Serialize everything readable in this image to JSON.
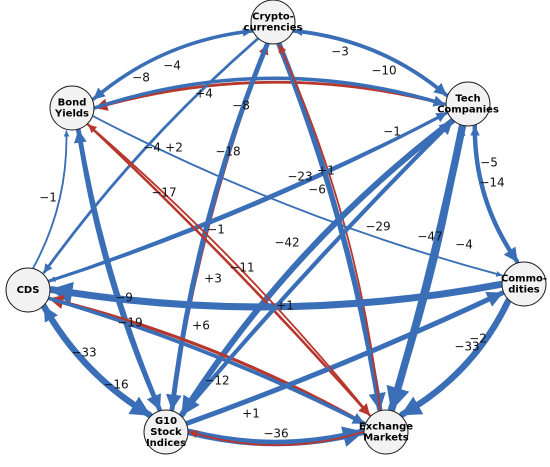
{
  "colors": {
    "negative": "#3a6fb8",
    "positive": "#b8372d"
  },
  "nodes": [
    {
      "id": "crypto",
      "lines": [
        "Crypto-",
        "currencies"
      ]
    },
    {
      "id": "tech",
      "lines": [
        "Tech",
        "Companies"
      ]
    },
    {
      "id": "bonds",
      "lines": [
        "Bond",
        "Yields"
      ]
    },
    {
      "id": "cds",
      "lines": [
        "CDS"
      ]
    },
    {
      "id": "commodities",
      "lines": [
        "Commo-",
        "dities"
      ]
    },
    {
      "id": "g10",
      "lines": [
        "G10",
        "Stock",
        "Indices"
      ]
    },
    {
      "id": "fx",
      "lines": [
        "Exchange",
        "Markets"
      ]
    }
  ],
  "edges": [
    {
      "from": "crypto",
      "to": "bonds",
      "label": "−8",
      "sign": "negative",
      "weight": 8
    },
    {
      "from": "bonds",
      "to": "crypto",
      "label": "−4",
      "sign": "negative",
      "weight": 4
    },
    {
      "from": "tech",
      "to": "crypto",
      "label": "−3",
      "sign": "negative",
      "weight": 3
    },
    {
      "from": "crypto",
      "to": "tech",
      "label": "−10",
      "sign": "negative",
      "weight": 10
    },
    {
      "from": "tech",
      "to": "bonds",
      "label": "+4",
      "sign": "positive",
      "weight": 4
    },
    {
      "from": "bonds",
      "to": "tech",
      "label": "−8",
      "sign": "negative",
      "weight": 8
    },
    {
      "from": "crypto",
      "to": "cds",
      "label": "−4",
      "sign": "negative",
      "weight": 4
    },
    {
      "from": "g10",
      "to": "crypto",
      "label": "+2",
      "sign": "positive",
      "weight": 2
    },
    {
      "from": "crypto",
      "to": "g10",
      "label": "−18",
      "sign": "negative",
      "weight": 18
    },
    {
      "from": "crypto",
      "to": "fx",
      "label": "−23",
      "sign": "negative",
      "weight": 23
    },
    {
      "from": "fx",
      "to": "crypto",
      "label": "+1",
      "sign": "positive",
      "weight": 1
    },
    {
      "from": "tech",
      "to": "cds",
      "label": "−1",
      "sign": "negative",
      "weight": 1
    },
    {
      "from": "cds",
      "to": "tech",
      "label": "−6",
      "sign": "negative",
      "weight": 6
    },
    {
      "from": "tech",
      "to": "g10",
      "label": "−29",
      "sign": "negative",
      "weight": 29
    },
    {
      "from": "tech",
      "to": "fx",
      "label": "−47",
      "sign": "negative",
      "weight": 47
    },
    {
      "from": "tech",
      "to": "commodities",
      "label": "−14",
      "sign": "negative",
      "weight": 14
    },
    {
      "from": "commodities",
      "to": "tech",
      "label": "−5",
      "sign": "negative",
      "weight": 5
    },
    {
      "from": "fx",
      "to": "tech",
      "label": "−4",
      "sign": "negative",
      "weight": 4
    },
    {
      "from": "cds",
      "to": "bonds",
      "label": "−1",
      "sign": "negative",
      "weight": 1
    },
    {
      "from": "bonds",
      "to": "g10",
      "label": "−17",
      "sign": "negative",
      "weight": 17
    },
    {
      "from": "g10",
      "to": "bonds",
      "label": "−11",
      "sign": "negative",
      "weight": 11
    },
    {
      "from": "bonds",
      "to": "commodities",
      "label": "−1",
      "sign": "negative",
      "weight": 1
    },
    {
      "from": "bonds",
      "to": "fx",
      "label": "+3",
      "sign": "positive",
      "weight": 3
    },
    {
      "from": "commodities",
      "to": "cds",
      "label": "−42",
      "sign": "negative",
      "weight": 42
    },
    {
      "from": "fx",
      "to": "cds",
      "label": "+6",
      "sign": "positive",
      "weight": 6
    },
    {
      "from": "cds",
      "to": "g10",
      "label": "−33",
      "sign": "negative",
      "weight": 33
    },
    {
      "from": "g10",
      "to": "cds",
      "label": "−16",
      "sign": "negative",
      "weight": 16
    },
    {
      "from": "cds",
      "to": "fx",
      "label": "−9",
      "sign": "negative",
      "weight": 9
    },
    {
      "from": "fx",
      "to": "commodities",
      "label": "−2",
      "sign": "negative",
      "weight": 2
    },
    {
      "from": "commodities",
      "to": "fx",
      "label": "−33",
      "sign": "negative",
      "weight": 33
    },
    {
      "from": "g10",
      "to": "fx",
      "label": "−36",
      "sign": "negative",
      "weight": 36
    },
    {
      "from": "fx",
      "to": "g10",
      "label": "+1",
      "sign": "positive",
      "weight": 1
    },
    {
      "from": "g10",
      "to": "commodities",
      "label": "−19",
      "sign": "negative",
      "weight": 19
    },
    {
      "from": "fx",
      "to": "bonds",
      "label": "+1",
      "sign": "positive",
      "weight": 1
    },
    {
      "from": "g10",
      "to": "tech",
      "label": "−12",
      "sign": "negative",
      "weight": 12
    }
  ]
}
